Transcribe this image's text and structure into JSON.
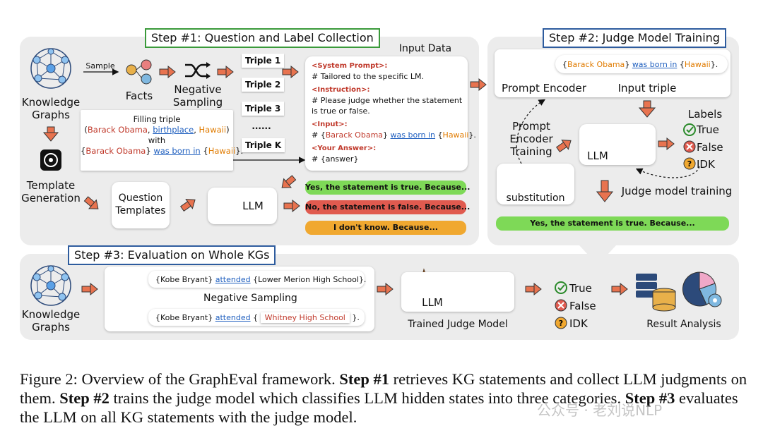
{
  "step1": {
    "title": "Step #1: Question and Label Collection",
    "kg_label": "Knowledge\nGraphs",
    "sample_label": "Sample",
    "facts_label": "Facts",
    "neg_sampling_label": "Negative\nSampling",
    "triples": [
      "Triple 1",
      "Triple 2",
      "Triple 3",
      "......",
      "Triple K"
    ],
    "filling": {
      "title": "Filling triple",
      "subject": "Barack Obama",
      "relation": "birthplace",
      "object": "Hawaii",
      "with": "with",
      "stmt_subject": "Barack Obama",
      "stmt_relation": "was born in",
      "stmt_object": "Hawaii"
    },
    "template_gen_label": "Template\nGeneration",
    "question_templates_label": "Question\nTemplates",
    "llm_label": "LLM",
    "input_data": {
      "title": "Input Data",
      "system_prompt_label": "<System Prompt>:",
      "system_prompt_text": "# Tailored to the specific LM.",
      "instruction_label": "<Instruction>:",
      "instruction_text_1": "# Please judge whether the statement",
      "instruction_text_2": "is true or false.",
      "input_label": "<Input>:",
      "input_subject": "Barack Obama",
      "input_relation": "was born in",
      "input_object": "Hawaii",
      "answer_label": "<Your Answer>:",
      "answer_text": "# {answer}"
    },
    "responses": [
      "Yes, the statement is true. Because...",
      "No, the statement is false. Because...",
      "I don't know. Because..."
    ]
  },
  "step2": {
    "title": "Step #2: Judge Model Training",
    "triple_subject": "Barack Obama",
    "triple_relation": "was born in",
    "triple_object": "Hawaii",
    "prompt_encoder_label": "Prompt Encoder",
    "input_triple_label": "Input triple",
    "pe_training_label": "Prompt\nEncoder\nTraining",
    "substitution_label": "substitution",
    "llm_label": "LLM",
    "labels_title": "Labels",
    "labels": [
      "True",
      "False",
      "IDK"
    ],
    "judge_training_label": "Judge model training",
    "response": "Yes, the statement is true. Because..."
  },
  "step3": {
    "title": "Step #3: Evaluation on Whole KGs",
    "kg_label": "Knowledge\nGraphs",
    "triple1": {
      "subject": "{Kobe Bryant}",
      "relation": "attended",
      "object": "{Lower Merion High School}."
    },
    "neg_sampling_label": "Negative Sampling",
    "triple2": {
      "subject": "{Kobe Bryant}",
      "relation": "attended",
      "object": "Whitney High School"
    },
    "llm_label": "LLM",
    "trained_judge_label": "Trained Judge Model",
    "labels": [
      "True",
      "False",
      "IDK"
    ],
    "result_label": "Result Analysis"
  },
  "caption": {
    "prefix": "Figure 2: Overview of the GraphEval framework. ",
    "s1": "Step #1",
    "t1": " retrieves KG statements and collect LLM judgments on them. ",
    "s2": "Step #2",
    "t2": " trains the judge model which classifies LLM hidden states into three categories. ",
    "s3": "Step #3",
    "t3": " evaluates the LLM on all KG statements with the judge model."
  },
  "watermark": "公众号 · 老刘说NLP",
  "colors": {
    "panel": "#ececec",
    "arrow": "#e8734f",
    "true_green": "#7ed957",
    "false_red": "#e05a4f",
    "idk_orange": "#f0a830",
    "step_border": "#3a9a3a",
    "step2_border": "#2e5c9e"
  }
}
